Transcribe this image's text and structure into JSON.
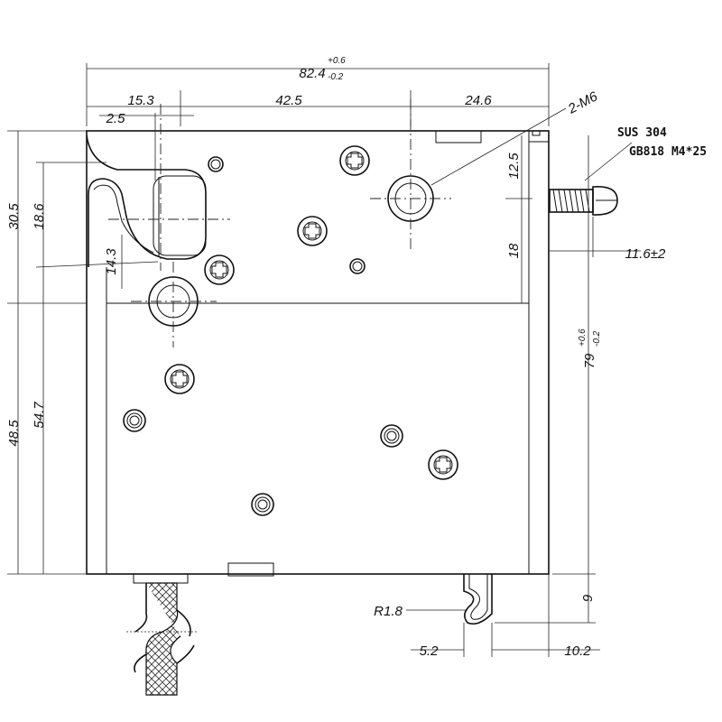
{
  "dimensions": {
    "overall_width": "82.4",
    "overall_width_tol_upper": "+0.6",
    "overall_width_tol_lower": "-0.2",
    "d_15_3": "15.3",
    "d_42_5": "42.5",
    "d_24_6": "24.6",
    "d_2_5": "2.5",
    "d_30_5": "30.5",
    "d_18_6": "18.6",
    "d_14_3": "14.3",
    "d_48_5": "48.5",
    "d_54_7": "54.7",
    "d_12_5": "12.5",
    "d_18": "18",
    "height": "79",
    "height_tol_upper": "+0.6",
    "height_tol_lower": "-0.2",
    "d_11_6": "11.6±2",
    "d_9": "9",
    "radius": "R1.8",
    "d_5_2": "5.2",
    "d_10_2": "10.2"
  },
  "callouts": {
    "thread": "2-M6",
    "material": "SUS 304",
    "screw": "GB818 M4*25"
  }
}
